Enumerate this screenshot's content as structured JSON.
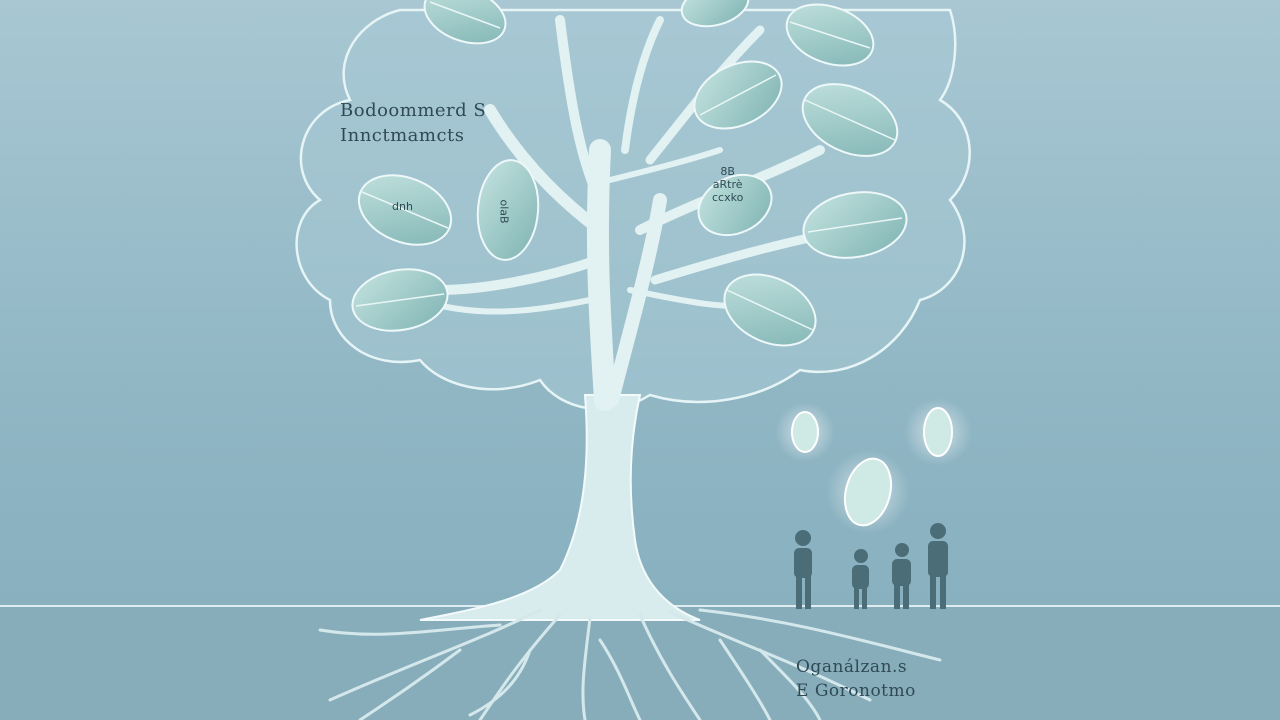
{
  "illustration": {
    "theme_colors": {
      "background": "#8fb6c5",
      "tree": "#ddeff0",
      "leaf_fill": "#9fc9c6",
      "people": "#4b6d78"
    },
    "labels": {
      "top_left_line1": "Bodoommerd S",
      "top_left_line2": "Innctmamcts",
      "bottom_right_line1": "Oganálzan.s",
      "bottom_right_line2": "E Goronotmo",
      "leaf_left_text": "dnh",
      "leaf_center_text": "olaB",
      "leaf_right_line1": "8B",
      "leaf_right_line2": "aRtrè",
      "leaf_right_line3": "ccxko"
    },
    "people_count": 4
  }
}
